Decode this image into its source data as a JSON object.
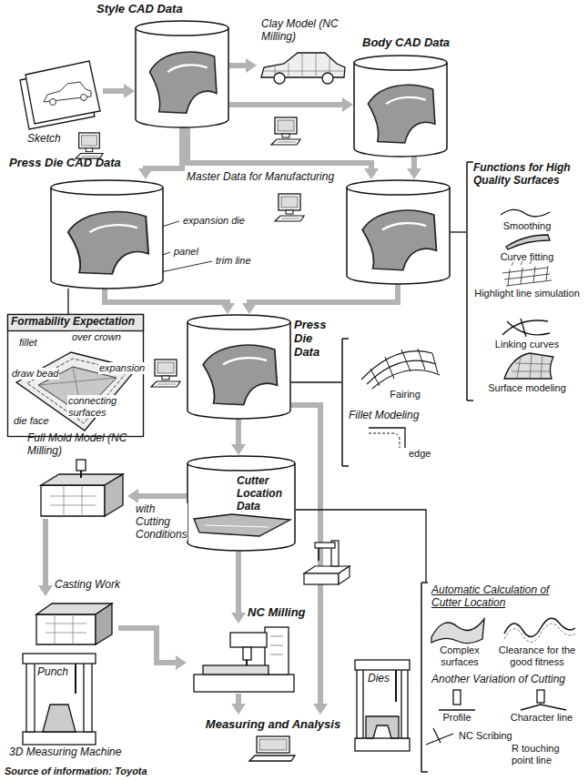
{
  "diagram": {
    "caption": "Source of information: Toyota",
    "nodes": [
      {
        "text": [
          "Sketch"
        ]
      },
      {
        "text": [
          "Style CAD Data"
        ]
      },
      {
        "text": [
          "Clay Model (NC Milling)"
        ]
      },
      {
        "text": [
          "Body CAD Data"
        ]
      },
      {
        "text": [
          "Press Die CAD Data"
        ]
      },
      {
        "text": [
          "Master Data for Manufacturing"
        ]
      },
      {
        "text": [
          "Functions for High Quality Surfaces",
          "Smoothing",
          "Curve fitting",
          "Highlight line simulation",
          "Linking curves",
          "Surface modeling"
        ]
      },
      {
        "text": [
          "Formability Expectation"
        ]
      },
      {
        "text": [
          "Press Die Data"
        ]
      },
      {
        "text": [
          "Fairing",
          "Fillet Modeling",
          "edge"
        ]
      },
      {
        "text": [
          "Full Mold Model (NC Milling)"
        ]
      },
      {
        "text": [
          "Cutter Location Data"
        ]
      },
      {
        "text": [
          "Casting Work"
        ]
      },
      {
        "text": [
          "NC Milling"
        ]
      },
      {
        "text": [
          "Measuring and Analysis"
        ]
      },
      {
        "text": [
          "Punch",
          "3D Measuring Machine"
        ]
      },
      {
        "text": [
          "Dies"
        ]
      },
      {
        "text": [
          "Automatic Calculation of Cutter Location",
          "Complex surfaces",
          "Clearance for the good fitness",
          "Another Variation of Cutting",
          "Profile",
          "Character line",
          "NC Scribing",
          "R touching point line"
        ]
      }
    ],
    "edges": [
      {
        "from": 0,
        "to": 1,
        "arrow": "to"
      },
      {
        "from": 1,
        "to": 2,
        "arrow": "to"
      },
      {
        "from": 1,
        "to": 3,
        "arrow": "to"
      },
      {
        "from": 1,
        "to": 4,
        "arrow": "to"
      },
      {
        "from": 1,
        "to": 5,
        "arrow": "to"
      },
      {
        "from": 3,
        "to": 5,
        "arrow": "to"
      },
      {
        "from": 4,
        "to": 8,
        "arrow": "to"
      },
      {
        "from": 5,
        "to": 8,
        "arrow": "to"
      },
      {
        "from": 5,
        "to": 6,
        "arrow": "none"
      },
      {
        "from": 4,
        "to": 7,
        "arrow": "none"
      },
      {
        "from": 8,
        "to": 9,
        "arrow": "none"
      },
      {
        "from": 8,
        "to": 11,
        "arrow": "to"
      },
      {
        "from": 11,
        "to": 10,
        "label": "with Cutting Conditions",
        "arrow": "to"
      },
      {
        "from": 10,
        "to": 12,
        "arrow": "to"
      },
      {
        "from": 12,
        "to": 13,
        "arrow": "to"
      },
      {
        "from": 11,
        "to": 13,
        "arrow": "to"
      },
      {
        "from": 13,
        "to": 14,
        "arrow": "to"
      },
      {
        "from": 8,
        "to": 14,
        "arrow": "to"
      },
      {
        "from": 11,
        "to": 17,
        "arrow": "none"
      }
    ],
    "labels": [
      "expansion die",
      "panel",
      "trim line",
      "fillet",
      "over crown",
      "expansion",
      "draw bead",
      "die face",
      "connecting surfaces"
    ]
  }
}
